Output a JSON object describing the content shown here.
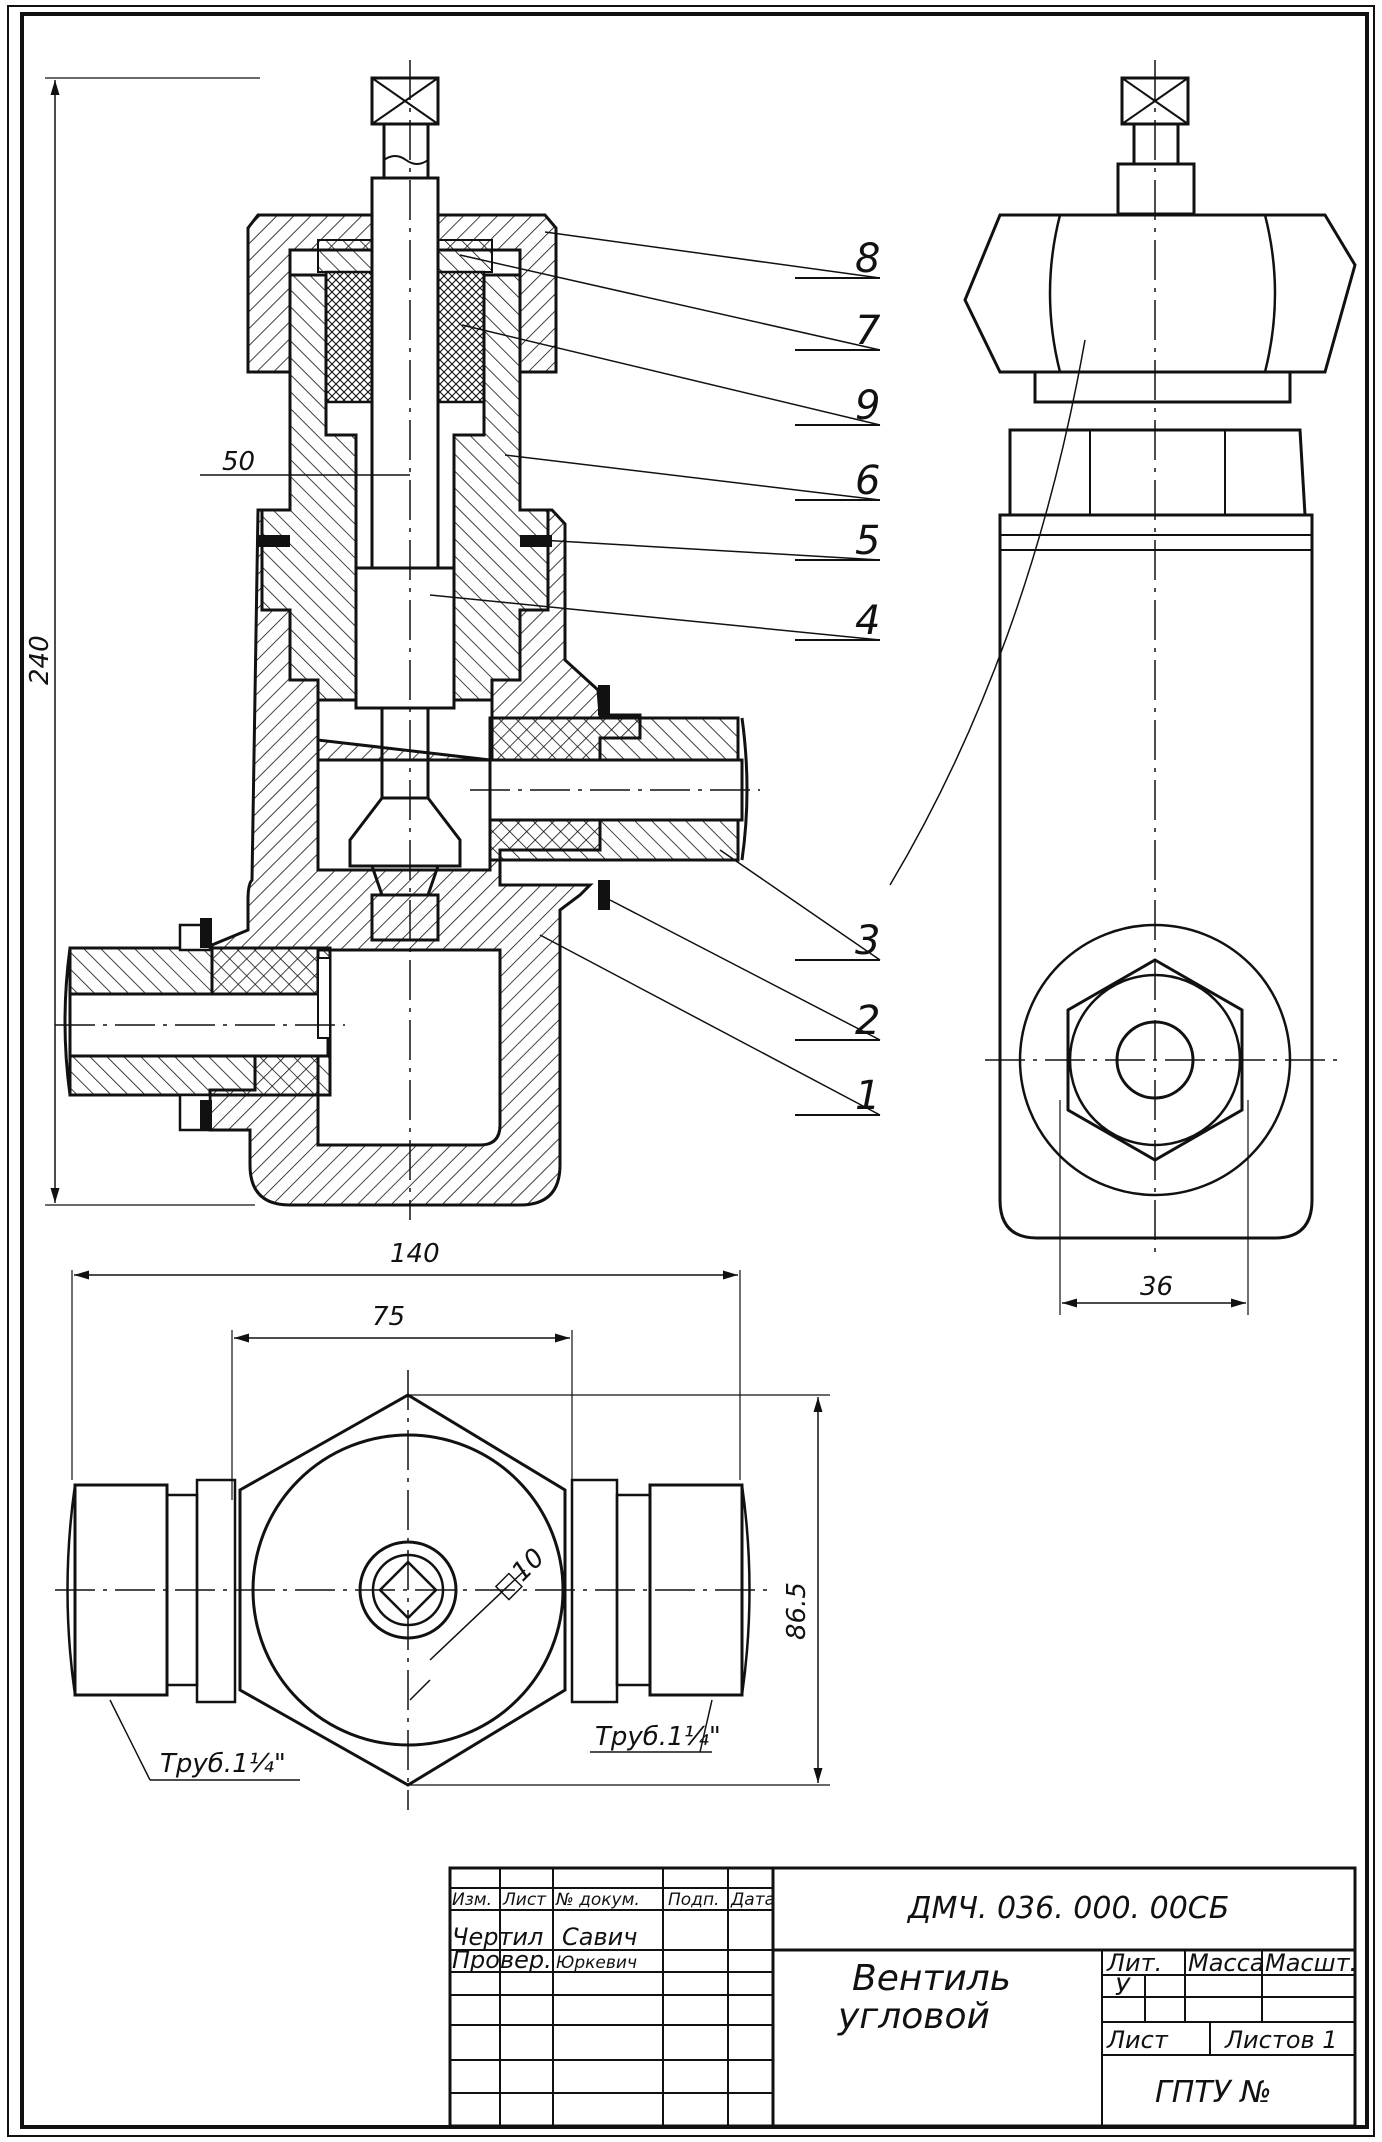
{
  "drawing": {
    "part_labels": [
      "8",
      "7",
      "9",
      "6",
      "5",
      "4",
      "3",
      "2",
      "1"
    ],
    "dimensions": {
      "overall_height": "240",
      "dim_50": "50",
      "overall_length": "140",
      "dim_75": "75",
      "height_86_5": "86.5",
      "width_36": "36",
      "square_10": "□10"
    },
    "pipe_thread_left": "Труб.1¼\"",
    "pipe_thread_right": "Труб.1¼\""
  },
  "title_block": {
    "document_code": "ДМЧ. 036. 000. 00СБ",
    "title_line1": "Вентиль",
    "title_line2": "угловой",
    "headers": {
      "izm": "Изм.",
      "list": "Лист",
      "doc_no": "№ докум.",
      "sign": "Подп.",
      "date": "Дата"
    },
    "drawn_label": "Чертил",
    "drawn_name": "Савич",
    "checked_label": "Провер.",
    "checked_name": "Юркевич",
    "lit_label": "Лит.",
    "mass_label": "Масса",
    "scale_label": "Масшт.",
    "lit_value": "У",
    "sheet_label": "Лист",
    "sheets_label": "Листов 1",
    "organization": "ГПТУ №"
  }
}
